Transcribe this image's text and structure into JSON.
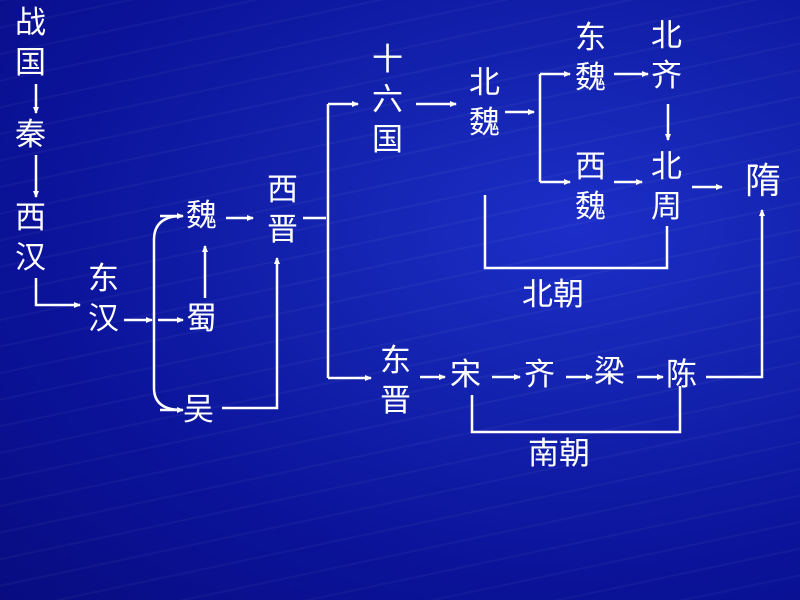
{
  "nodes": {
    "zhanguo": "战\n国",
    "qin": "秦",
    "xihan": "西\n汉",
    "donghan": "东\n汉",
    "wei": "魏",
    "shu": "蜀",
    "wu": "吴",
    "xijin": "西\n晋",
    "shiliuguo": "十\n六\n国",
    "beiwei": "北\n魏",
    "dongwei": "东\n魏",
    "xiwei": "西\n魏",
    "beiqi": "北\n齐",
    "beizhou": "北\n周",
    "sui": "隋",
    "dongjin": "东\n晋",
    "song": "宋",
    "qi": "齐",
    "liang": "梁",
    "chen": "陈"
  },
  "groups": {
    "beichao": "北朝",
    "nanchao": "南朝"
  },
  "colors": {
    "background": "#1424b0",
    "text": "#ffffff",
    "line": "#ffffff"
  }
}
